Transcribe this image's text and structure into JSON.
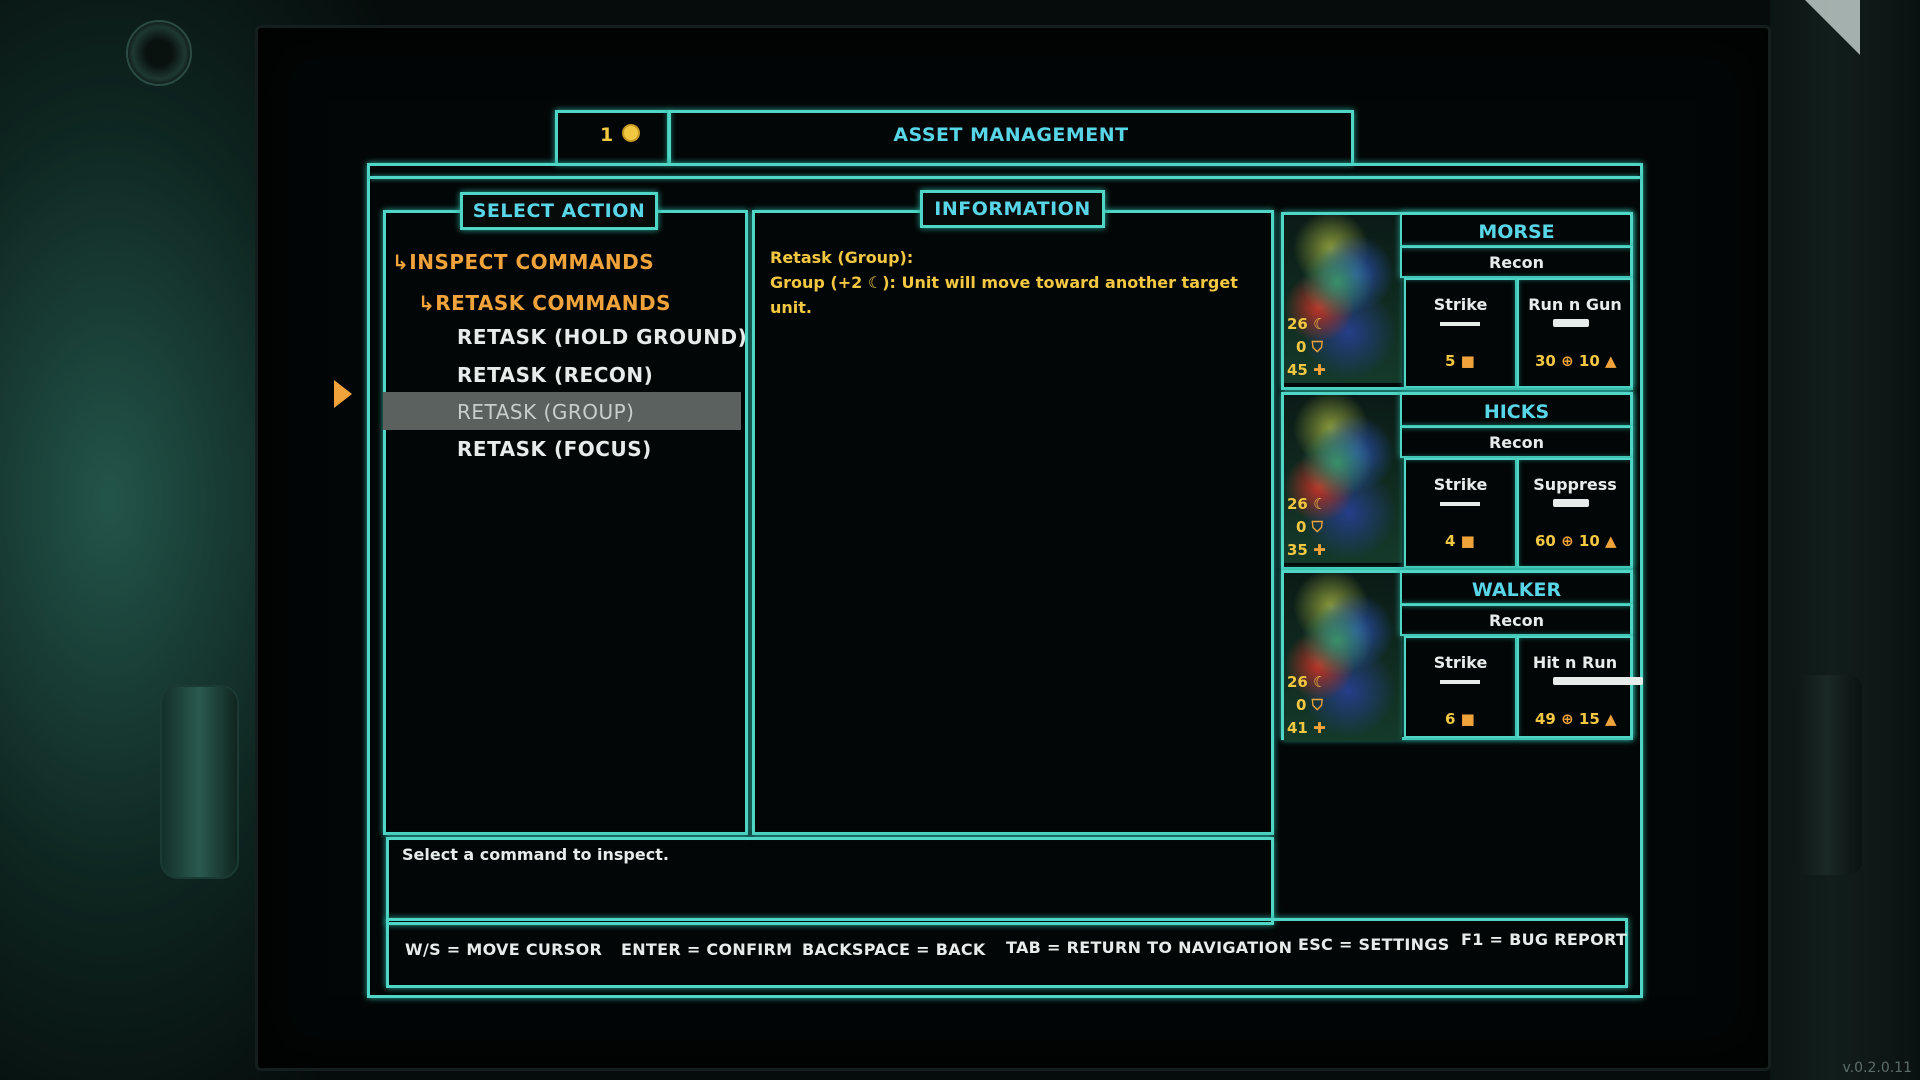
{
  "header": {
    "credits": "1",
    "credits_icon": "coin-icon",
    "title": "ASSET MANAGEMENT"
  },
  "select_action": {
    "title": "SELECT ACTION",
    "inspect_label": "INSPECT COMMANDS",
    "retask_label": "RETASK COMMANDS",
    "items": [
      {
        "label": "RETASK (HOLD GROUND)"
      },
      {
        "label": "RETASK (RECON)"
      },
      {
        "label": "RETASK (GROUP)"
      },
      {
        "label": "RETASK (FOCUS)"
      }
    ],
    "selected_index": 2
  },
  "information": {
    "title": "INFORMATION",
    "heading": "Retask (Group):",
    "body_prefix": "Group (+2 ",
    "body_suffix": "): Unit will move toward another target",
    "body_line2": "unit."
  },
  "status_text": "Select a command to inspect.",
  "units": [
    {
      "name": "MORSE",
      "role": "Recon",
      "stat_a": "26",
      "stat_b": "0",
      "stat_c": "45",
      "ability1": "Strike",
      "ability1_val": "5",
      "ability2": "Run n Gun",
      "ability2_val1": "30",
      "ability2_val2": "10",
      "weapon_icon": "pistol-icon"
    },
    {
      "name": "HICKS",
      "role": "Recon",
      "stat_a": "26",
      "stat_b": "0",
      "stat_c": "35",
      "ability1": "Strike",
      "ability1_val": "4",
      "ability2": "Suppress",
      "ability2_val1": "60",
      "ability2_val2": "10",
      "weapon_icon": "pistol-icon"
    },
    {
      "name": "WALKER",
      "role": "Recon",
      "stat_a": "26",
      "stat_b": "0",
      "stat_c": "41",
      "ability1": "Strike",
      "ability1_val": "6",
      "ability2": "Hit n Run",
      "ability2_val1": "49",
      "ability2_val2": "15",
      "weapon_icon": "rifle-icon"
    }
  ],
  "hints": [
    "W/S = MOVE CURSOR",
    "ENTER = CONFIRM",
    "BACKSPACE = BACK",
    "TAB = RETURN TO NAVIGATION",
    "ESC = SETTINGS",
    "F1 = BUG REPORT"
  ],
  "version": "v.0.2.0.11",
  "colors": {
    "frame": "#4fd6c6",
    "title": "#58d6e8",
    "accent_orange": "#f0a33a",
    "stat_yellow": "#f2c741",
    "selected_bg": "#5a615f"
  }
}
